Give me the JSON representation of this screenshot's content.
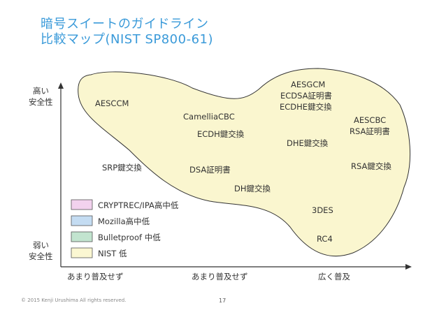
{
  "slide": {
    "title_line1": "暗号スイートのガイドライン",
    "title_line2": "比較マップ(NIST SP800-61)",
    "footer": "© 2015 Kenji Urushima All rights reserved.",
    "page_number": "17"
  },
  "axes": {
    "y_high_line1": "高い",
    "y_high_line2": "安全性",
    "y_low_line1": "弱い",
    "y_low_line2": "安全性",
    "x_left": "あまり普及せず",
    "x_mid": "あまり普及せず",
    "x_right": "広く普及"
  },
  "items": {
    "aesccm": "AESCCM",
    "camellia": "CamelliaCBC",
    "aesgcm": "AESGCM",
    "ecdsa": "ECDSA証明書",
    "ecdhe": "ECDHE鍵交換",
    "aescbc": "AESCBC",
    "rsa_cert": "RSA証明書",
    "ecdh": "ECDH鍵交換",
    "dhe": "DHE鍵交換",
    "srp": "SRP鍵交換",
    "dsa": "DSA証明書",
    "rsa_kx": "RSA鍵交換",
    "dh": "DH鍵交換",
    "des3": "3DES",
    "rc4": "RC4"
  },
  "legend": [
    {
      "label": "CRYPTREC/IPA高中低",
      "color": "#f2d2ee"
    },
    {
      "label": "Mozilla高中低",
      "color": "#c4dcf2"
    },
    {
      "label": "Bulletproof 中低",
      "color": "#c2e4cf"
    },
    {
      "label": "NIST 低",
      "color": "#fbf7d2"
    }
  ],
  "colors": {
    "title": "#3a9ad9",
    "region_fill": "#faf6cf",
    "region_stroke": "#333333"
  }
}
